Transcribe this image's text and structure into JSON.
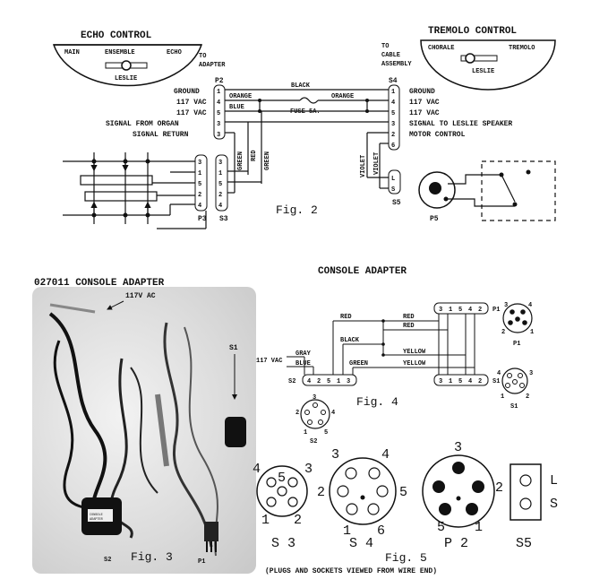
{
  "fig2": {
    "echo_title": "ECHO CONTROL",
    "echo_labels": {
      "main": "MAIN",
      "ensemble": "ENSEMBLE",
      "echo": "ECHO",
      "leslie": "LESLIE"
    },
    "tremolo_title": "TREMOLO CONTROL",
    "tremolo_labels": {
      "chorale": "CHORALE",
      "tremolo": "TREMOLO",
      "leslie": "LESLIE"
    },
    "to_adapter": [
      "TO",
      "ADAPTER"
    ],
    "to_cable": [
      "TO",
      "CABLE",
      "ASSEMBLY"
    ],
    "p2": "P2",
    "s4": "S4",
    "left_labels": [
      "GROUND",
      "117 VAC",
      "117 VAC",
      "SIGNAL FROM ORGAN",
      "SIGNAL RETURN"
    ],
    "right_labels": [
      "GROUND",
      "117 VAC",
      "117 VAC",
      "SIGNAL TO LESLIE SPEAKER",
      "MOTOR CONTROL"
    ],
    "p2_pins": [
      "1",
      "4",
      "5",
      "3",
      "3"
    ],
    "s4_pins": [
      "1",
      "4",
      "5",
      "3",
      "2",
      "6"
    ],
    "wires": {
      "black": "BLACK",
      "orange": "ORANGE",
      "orange2": "ORANGE",
      "blue": "BLUE",
      "green": "GREEN",
      "red": "RED",
      "green2": "GREEN",
      "violet": "VIOLET",
      "violet2": "VIOLET"
    },
    "fuse": "FUSE 5A.",
    "p3": "P3",
    "p3_pins": [
      "3",
      "1",
      "5",
      "2",
      "4"
    ],
    "s3": "S3",
    "s3_pins": [
      "3",
      "1",
      "5",
      "2",
      "4"
    ],
    "s5": "S5",
    "s5_pins": [
      "L",
      "S"
    ],
    "p5": "P5",
    "caption": "Fig. 2"
  },
  "fig3": {
    "title": "027011 CONSOLE ADAPTER",
    "ac": "117V AC",
    "s1": "S1",
    "s2": "S2",
    "p1": "P1",
    "caption": "Fig. 3"
  },
  "fig4": {
    "title": "CONSOLE ADAPTER",
    "vac": "117 VAC",
    "wires": {
      "gray": "GRAY",
      "blue": "BLUE",
      "red": "RED",
      "red_a": "RED",
      "red_b": "RED",
      "black": "BLACK",
      "yellow_a": "YELLOW",
      "yellow_b": "YELLOW",
      "green": "GREEN"
    },
    "s2": "S2",
    "s2_pins": [
      "4",
      "2",
      "5",
      "1",
      "3"
    ],
    "p1_top": "P1",
    "p1_pins": [
      "3",
      "1",
      "5",
      "4",
      "2"
    ],
    "s1_label": "S1",
    "s1_pins": [
      "3",
      "1",
      "5",
      "4",
      "2"
    ],
    "p1_view": {
      "label": "P1",
      "pins": [
        "3",
        "4",
        "2",
        "1"
      ]
    },
    "s1_view": {
      "label": "S1",
      "pins": [
        "4",
        "3",
        "1",
        "2"
      ]
    },
    "s2_view": {
      "label": "S2",
      "pins": [
        "3",
        "2",
        "4",
        "1",
        "5"
      ]
    },
    "caption": "Fig. 4"
  },
  "fig5": {
    "s3": {
      "label": "S 3",
      "pins": [
        "4",
        "5",
        "3",
        "1",
        "2"
      ]
    },
    "s4": {
      "label": "S 4",
      "pins": [
        "3",
        "4",
        "2",
        "5",
        "1",
        "6"
      ]
    },
    "p2": {
      "label": "P 2",
      "pins": [
        "3",
        "2",
        "5",
        "1"
      ]
    },
    "s5": {
      "label": "S5",
      "pins": [
        "L",
        "S"
      ]
    },
    "caption": "Fig. 5",
    "note": "(PLUGS AND SOCKETS VIEWED FROM WIRE END)"
  }
}
